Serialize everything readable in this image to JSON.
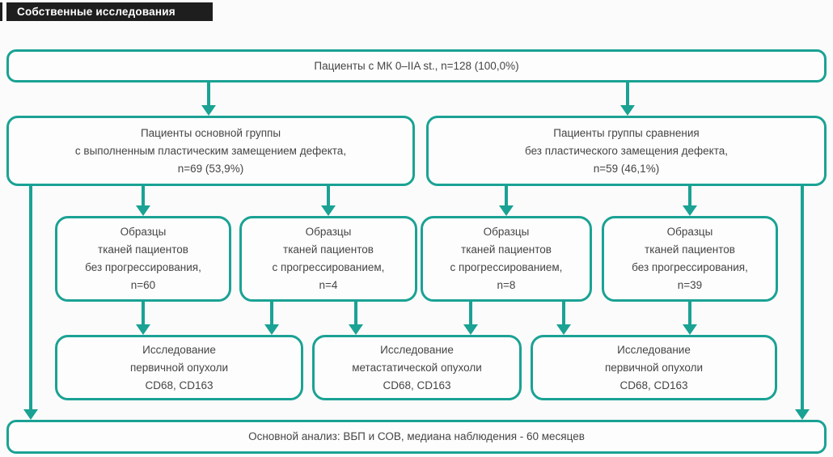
{
  "header": {
    "label": "Собственные исследования"
  },
  "colors": {
    "accent": "#1aa294",
    "header_bg": "#1e1e1e",
    "header_text": "#ffffff"
  },
  "boxes": {
    "root": "Пациенты с МК 0–IIA st., n=128 (100,0%)",
    "group_main": "Пациенты основной группы\nс выполненным пластическим замещением дефекта,\nn=69 (53,9%)",
    "group_comparison": "Пациенты группы сравнения\nбез пластического замещения дефекта,\nn=59 (46,1%)",
    "samples_main_no_progression": "Образцы\nтканей пациентов\nбез прогрессирования,\nn=60",
    "samples_main_progression": "Образцы\nтканей пациентов\nс прогрессированием,\nn=4",
    "samples_comparison_progression": "Образцы\nтканей пациентов\nс прогрессированием,\nn=8",
    "samples_comparison_no_progression": "Образцы\nтканей пациентов\nбез прогрессирования,\nn=39",
    "study_primary_main": "Исследование\nпервичной опухоли\nCD68, CD163",
    "study_metastatic": "Исследование\nметастатической опухоли\nCD68, CD163",
    "study_primary_comparison": "Исследование\nпервичной опухоли\nCD68, CD163",
    "final_analysis": "Основной анализ: ВБП и СОВ, медиана наблюдения - 60 месяцев"
  }
}
